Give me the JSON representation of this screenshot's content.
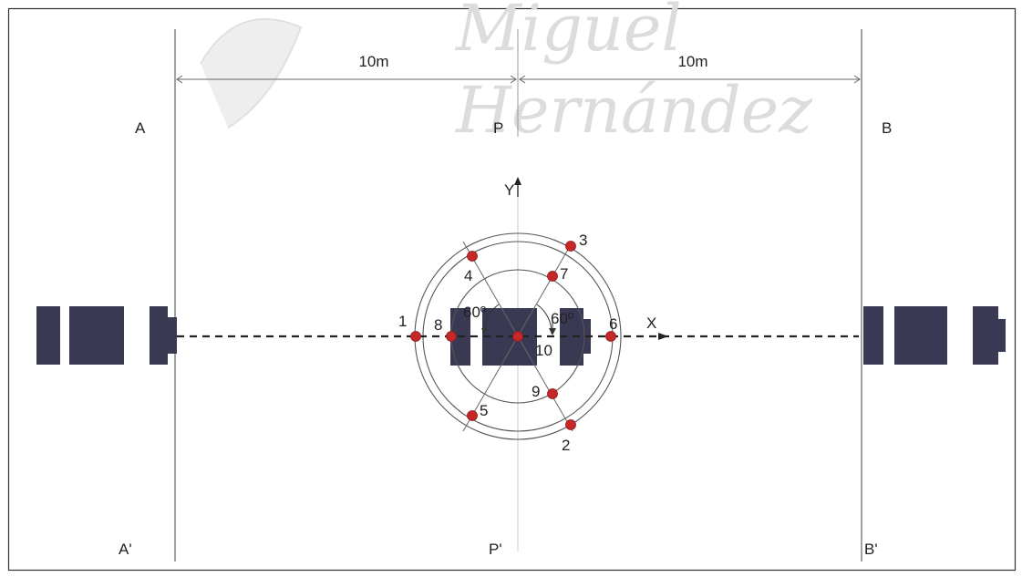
{
  "watermark": {
    "line1": "Miguel",
    "line2": "Hernández"
  },
  "dimensions": {
    "left": "10m",
    "right": "10m"
  },
  "lines": {
    "A_top": "A",
    "A_bottom": "A'",
    "P_top": "P",
    "P_bottom": "P'",
    "B_top": "B",
    "B_bottom": "B'"
  },
  "axes": {
    "x": "X",
    "y": "Y"
  },
  "angles": {
    "left": "60º",
    "right": "60º"
  },
  "points": [
    "1",
    "2",
    "3",
    "4",
    "5",
    "6",
    "7",
    "8",
    "9",
    "10"
  ],
  "colors": {
    "point": "#c62828",
    "block": "#3a3954",
    "line": "#555555"
  }
}
